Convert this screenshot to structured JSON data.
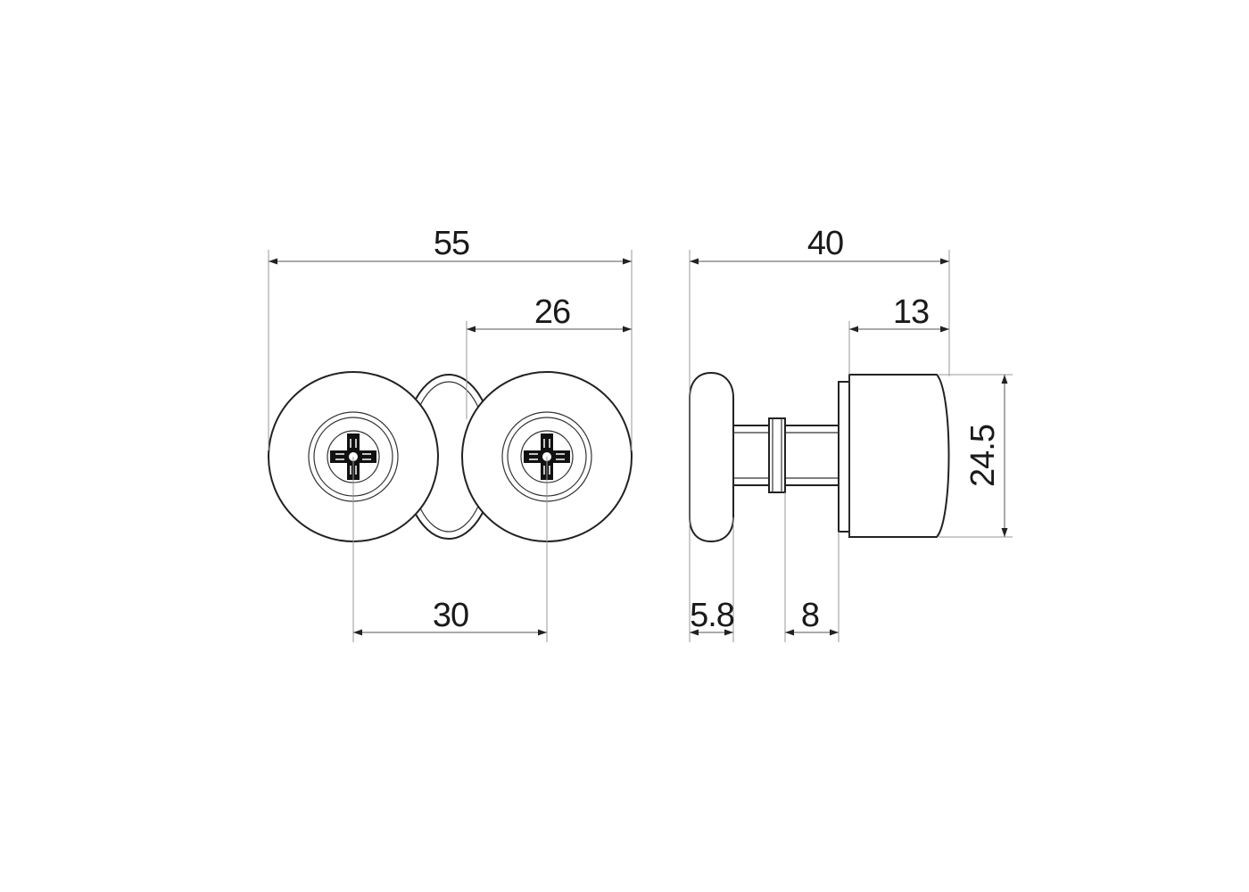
{
  "drawing": {
    "front_view": {
      "dimensions": {
        "overall_width": "55",
        "offset_width": "26",
        "wheel_spacing": "30"
      },
      "icons": [
        "phillips-screw-icon",
        "phillips-screw-icon"
      ]
    },
    "side_view": {
      "dimensions": {
        "overall_length": "40",
        "body_length": "13",
        "body_height": "24.5",
        "wheel_thickness": "5.8",
        "shaft_length": "8"
      }
    },
    "colors": {
      "line": "#222222",
      "dimension_line": "#555555",
      "extension_line": "#9a9a9a",
      "background": "#ffffff"
    }
  }
}
